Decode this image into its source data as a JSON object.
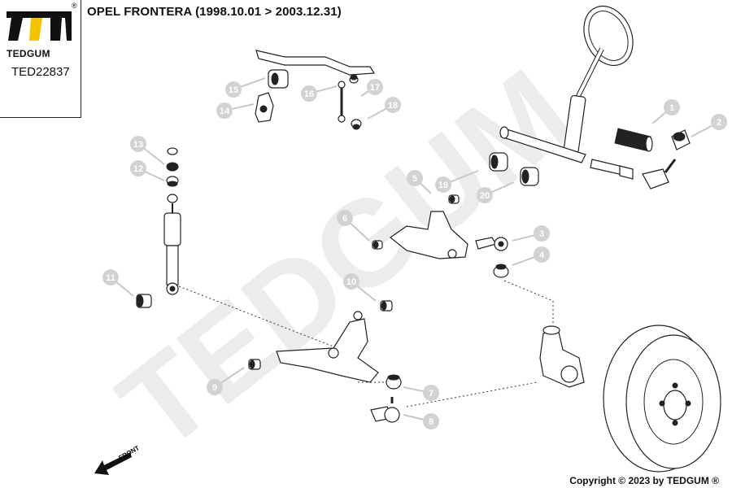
{
  "header": {
    "title": "OPEL FRONTERA (1998.10.01 > 2003.12.31)"
  },
  "logo": {
    "brand": "TEDGUM",
    "registered_mark": "®",
    "part_code": "TED22837"
  },
  "watermark": {
    "text": "TEDGUM"
  },
  "callouts": [
    {
      "id": "callout-1",
      "label": "1"
    },
    {
      "id": "callout-2",
      "label": "2"
    },
    {
      "id": "callout-3",
      "label": "3"
    },
    {
      "id": "callout-4",
      "label": "4"
    },
    {
      "id": "callout-5",
      "label": "5"
    },
    {
      "id": "callout-6",
      "label": "6"
    },
    {
      "id": "callout-7",
      "label": "7"
    },
    {
      "id": "callout-8",
      "label": "8"
    },
    {
      "id": "callout-9",
      "label": "9"
    },
    {
      "id": "callout-10",
      "label": "10"
    },
    {
      "id": "callout-11",
      "label": "11"
    },
    {
      "id": "callout-12",
      "label": "12"
    },
    {
      "id": "callout-13",
      "label": "13"
    },
    {
      "id": "callout-14",
      "label": "14"
    },
    {
      "id": "callout-15",
      "label": "15"
    },
    {
      "id": "callout-16",
      "label": "16"
    },
    {
      "id": "callout-17",
      "label": "17"
    },
    {
      "id": "callout-18",
      "label": "18"
    },
    {
      "id": "callout-19",
      "label": "19"
    },
    {
      "id": "callout-20",
      "label": "20"
    }
  ],
  "front_indicator": {
    "label": "FRONT"
  },
  "footer": {
    "copyright": "Copyright © 2023 by TEDGUM ®"
  }
}
